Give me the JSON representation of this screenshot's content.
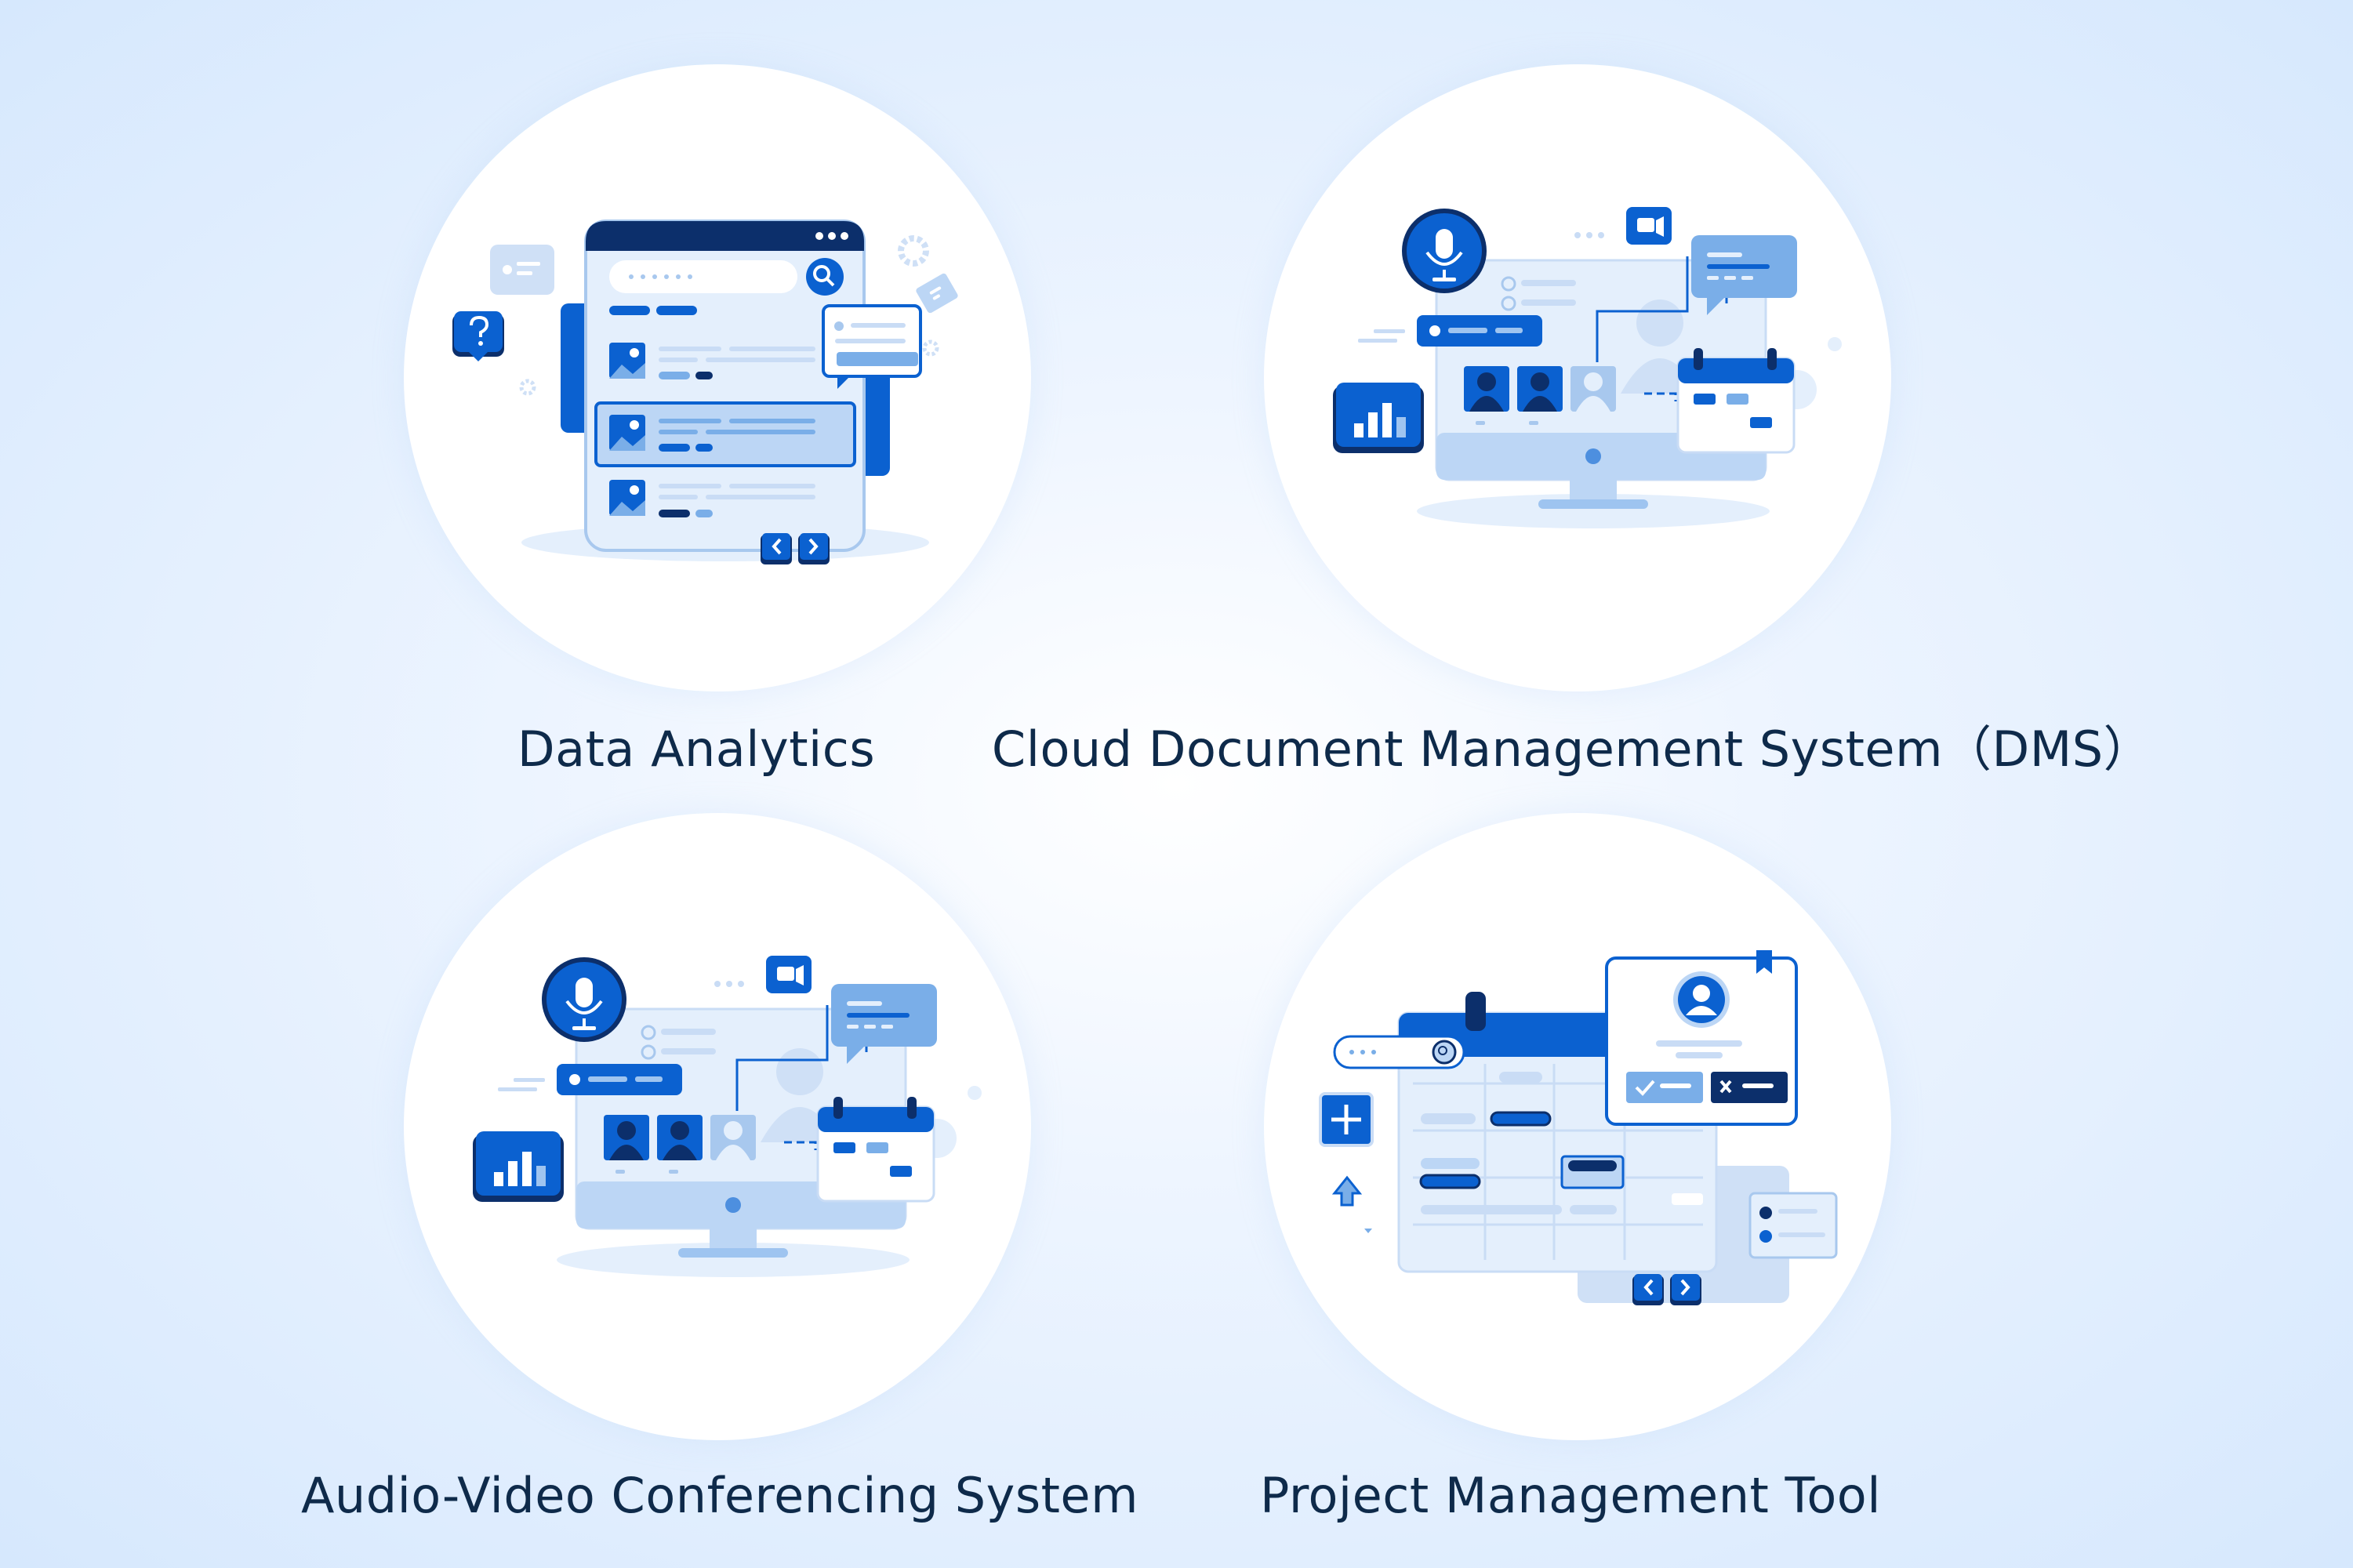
{
  "colors": {
    "background": "#dce9fb",
    "circle": "#ffffff",
    "primary": "#0b61d0",
    "dark": "#0c2f6b",
    "light": "#bcd6f5",
    "pale": "#e4effc",
    "caption": "#0e2a4a"
  },
  "cards": [
    {
      "label": "Data Analytics",
      "illustration": "search-results-browser-illustration"
    },
    {
      "label": "Cloud Document Management System（DMS）",
      "illustration": "video-conference-monitor-illustration"
    },
    {
      "label": "Audio-Video Conferencing System",
      "illustration": "video-conference-monitor-illustration"
    },
    {
      "label": "Project Management Tool",
      "illustration": "calendar-task-board-illustration"
    }
  ]
}
